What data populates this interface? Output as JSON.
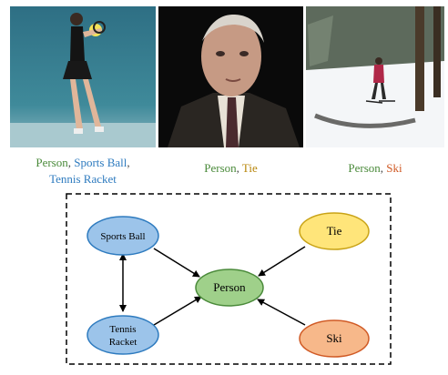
{
  "colors": {
    "person": "#4a8a3a",
    "sports_ball": "#2e7bbf",
    "tennis_racket": "#2e7bbf",
    "tie": "#b8860b",
    "ski": "#d05a25",
    "person_fill": "#9fd08a",
    "ball_fill": "#9cc4ea",
    "tie_fill": "#ffe57a",
    "ski_fill": "#f7b88a"
  },
  "images": [
    {
      "icon": "tennis-player-photo",
      "caption": [
        {
          "text": "Person",
          "cls": "person"
        },
        {
          "text": "Sports Ball",
          "cls": "sports_ball"
        },
        {
          "text": "Tennis Racket",
          "cls": "tennis_racket"
        }
      ]
    },
    {
      "icon": "elderly-man-portrait-photo",
      "caption": [
        {
          "text": "Person",
          "cls": "person"
        },
        {
          "text": "Tie",
          "cls": "tie"
        }
      ]
    },
    {
      "icon": "skier-in-snow-photo",
      "caption": [
        {
          "text": "Person",
          "cls": "person"
        },
        {
          "text": "Ski",
          "cls": "ski"
        }
      ]
    }
  ],
  "graph": {
    "nodes": {
      "sports_ball": "Sports Ball",
      "tennis_racket_line1": "Tennis",
      "tennis_racket_line2": "Racket",
      "person": "Person",
      "tie": "Tie",
      "ski": "Ski"
    }
  }
}
